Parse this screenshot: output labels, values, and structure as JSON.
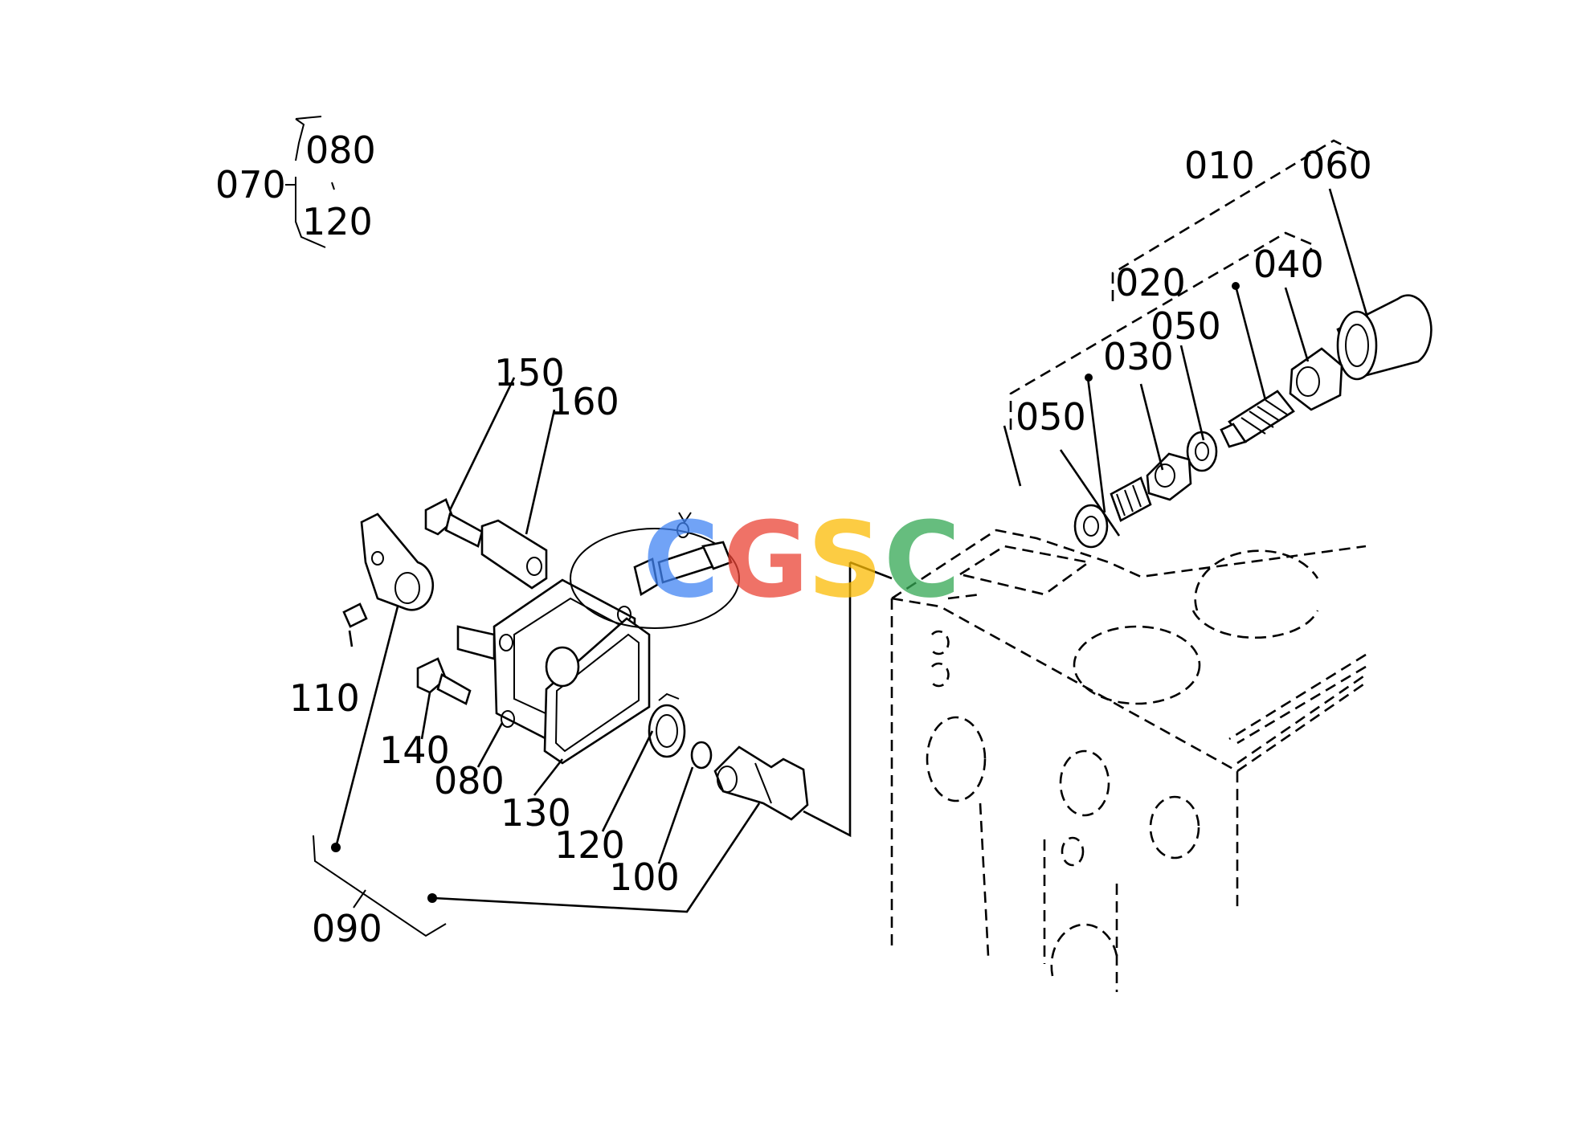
{
  "diagram": {
    "callouts": {
      "c070": "070",
      "c080_group": "080",
      "c120_group": "120",
      "c010": "010",
      "c060": "060",
      "c020": "020",
      "c040": "040",
      "c050_top": "050",
      "c030": "030",
      "c050_left": "050",
      "c150": "150",
      "c160": "160",
      "c110": "110",
      "c140": "140",
      "c080": "080",
      "c130": "130",
      "c120": "120",
      "c100": "100",
      "c090": "090"
    },
    "watermark": {
      "letters": [
        "C",
        "G",
        "S",
        "C"
      ],
      "colors": [
        "#4285F4",
        "#EA4335",
        "#FBBC05",
        "#34A853"
      ]
    }
  }
}
